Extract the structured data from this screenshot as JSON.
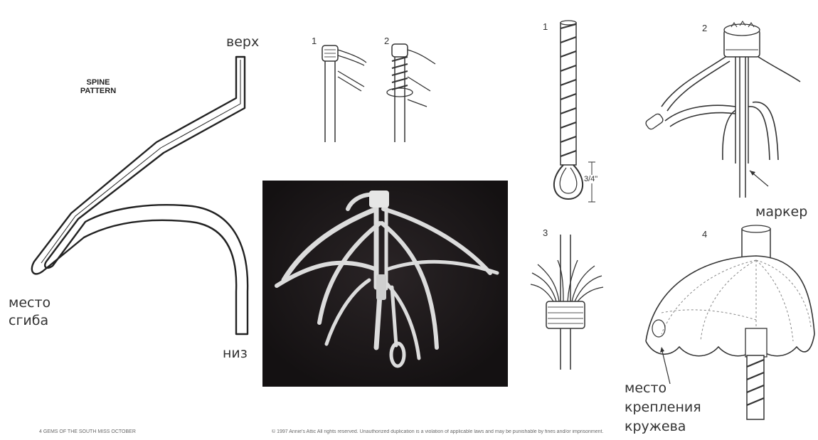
{
  "labels": {
    "top": "верх",
    "bottom": "низ",
    "bend_line1": "место",
    "bend_line2": "сгиба",
    "marker": "маркер",
    "lace_line1": "место",
    "lace_line2": "крепления",
    "lace_line3": "кружева",
    "measure": "3/4\""
  },
  "spine_pattern": {
    "line1": "SPINE",
    "line2": "PATTERN"
  },
  "step_numbers": {
    "a1": "1",
    "a2": "2",
    "b1": "1",
    "b2": "2",
    "b3": "3",
    "b4": "4"
  },
  "footer": {
    "left": "4   GEMS OF THE SOUTH MISS OCTOBER",
    "right": "© 1997 Annie's Attic All rights reserved. Unauthorized duplication is a violation of applicable laws and may be punishable by fines and/or imprisonment."
  }
}
